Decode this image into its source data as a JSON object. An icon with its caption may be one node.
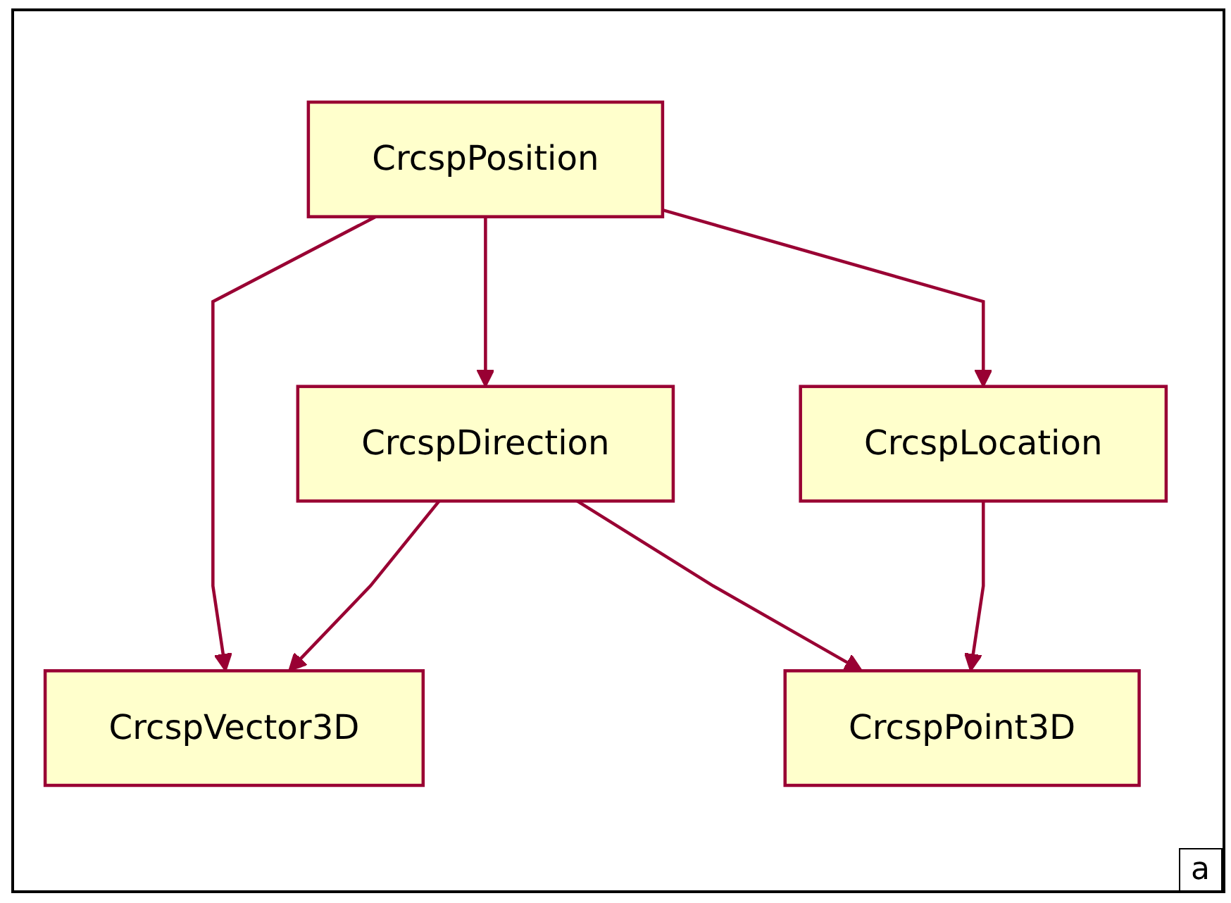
{
  "diagram": {
    "nodes": [
      {
        "text": [
          "CrcspPosition"
        ]
      },
      {
        "text": [
          "CrcspDirection"
        ]
      },
      {
        "text": [
          "CrcspLocation"
        ]
      },
      {
        "text": [
          "CrcspVector3D"
        ]
      },
      {
        "text": [
          "CrcspPoint3D"
        ]
      }
    ],
    "edges": [
      {
        "from": 0,
        "to": 3,
        "arrow": "to"
      },
      {
        "from": 0,
        "to": 1,
        "arrow": "to"
      },
      {
        "from": 0,
        "to": 2,
        "arrow": "to"
      },
      {
        "from": 1,
        "to": 3,
        "arrow": "to"
      },
      {
        "from": 1,
        "to": 4,
        "arrow": "to"
      },
      {
        "from": 2,
        "to": 4,
        "arrow": "to"
      }
    ],
    "labels": [
      "a"
    ]
  }
}
